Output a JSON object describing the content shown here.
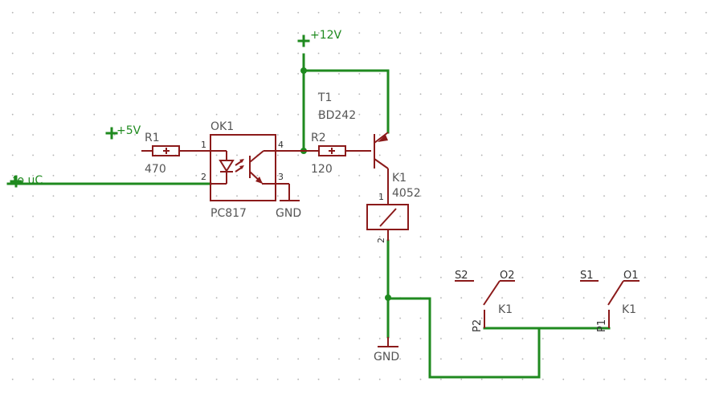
{
  "nets": {
    "vcc12": "+12V",
    "vcc5": "+5V",
    "input": "to uC",
    "gnd_opto": "GND",
    "gnd_relay": "GND"
  },
  "parts": {
    "r1": {
      "name": "R1",
      "value": "470"
    },
    "r2": {
      "name": "R2",
      "value": "120"
    },
    "ok1": {
      "name": "OK1",
      "value": "PC817"
    },
    "t1": {
      "name": "T1",
      "value": "BD242"
    },
    "k1": {
      "name": "K1",
      "value": "4052"
    }
  },
  "pins": {
    "ok1_1": "1",
    "ok1_2": "2",
    "ok1_3": "3",
    "ok1_4": "4",
    "k1_1": "1",
    "k1_2": "2"
  },
  "contacts": {
    "left": {
      "s": "S2",
      "o": "O2",
      "p": "P2",
      "ref": "K1"
    },
    "right": {
      "s": "S1",
      "o": "O1",
      "p": "P1",
      "ref": "K1"
    }
  },
  "colors": {
    "net": "#1f8a1f",
    "part": "#8b1a1a",
    "label": "#555555",
    "grid_dot": "#b4b4b4",
    "background": "#ffffff"
  }
}
